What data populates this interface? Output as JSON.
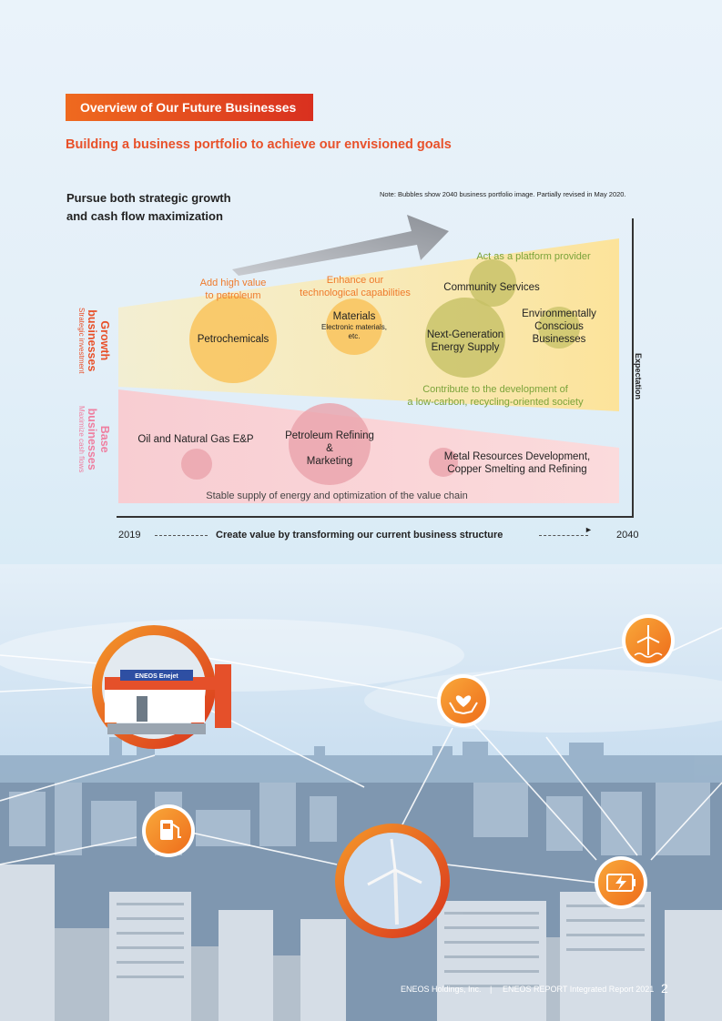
{
  "header": {
    "section_tag": "Overview of Our Future Businesses",
    "subtitle": "Building a business portfolio to achieve our envisioned goals",
    "lead_line1": "Pursue both strategic growth",
    "lead_line2": "and cash flow maximization",
    "note": "Note: Bubbles show 2040 business portfolio image. Partially revised in May 2020."
  },
  "chart": {
    "expectation_label": "Expectation",
    "growth_group": {
      "title_line1": "Growth",
      "title_line2": "businesses",
      "sub": "Strategic investment"
    },
    "base_group": {
      "title_line1": "Base",
      "title_line2": "businesses",
      "sub": "Maximize cash flows"
    },
    "annotations": {
      "add_value_1": "Add high value",
      "add_value_2": "to petroleum",
      "enhance_1": "Enhance our",
      "enhance_2": "technological capabilities",
      "platform": "Act as a platform provider",
      "contribute_1": "Contribute to the development of",
      "contribute_2": "a low-carbon, recycling-oriented society",
      "stable": "Stable supply of energy and optimization of the value chain"
    },
    "bubbles": {
      "petrochemicals": "Petrochemicals",
      "materials": "Materials",
      "materials_sub_1": "Electronic materials,",
      "materials_sub_2": "etc.",
      "community": "Community Services",
      "nextgen_1": "Next-Generation",
      "nextgen_2": "Energy Supply",
      "env_1": "Environmentally",
      "env_2": "Conscious",
      "env_3": "Businesses",
      "oilgas": "Oil and Natural Gas E&P",
      "refining_1": "Petroleum Refining",
      "refining_2": "&",
      "refining_3": "Marketing",
      "metal_1": "Metal Resources Development,",
      "metal_2": "Copper Smelting and Refining"
    },
    "timeline": {
      "start": "2019",
      "middle": "Create value by transforming our current business structure",
      "end": "2040"
    },
    "colors": {
      "growth_band": "#fbe7a6",
      "base_band": "#f9d2d4",
      "orange_bubble": "#f9c35c",
      "olive_bubble": "#c5c065",
      "pink_bubble": "#eeb1b7"
    }
  },
  "illustration": {
    "station_sign": "ENEOS Enejet",
    "icons": [
      "fuel-pump-icon",
      "heart-hands-icon",
      "wind-turbine-icon",
      "battery-charge-icon",
      "wind-turbine-photo"
    ]
  },
  "footer": {
    "company": "ENEOS Holdings, Inc.",
    "report": "ENEOS REPORT Integrated Report 2021",
    "page": "2"
  }
}
